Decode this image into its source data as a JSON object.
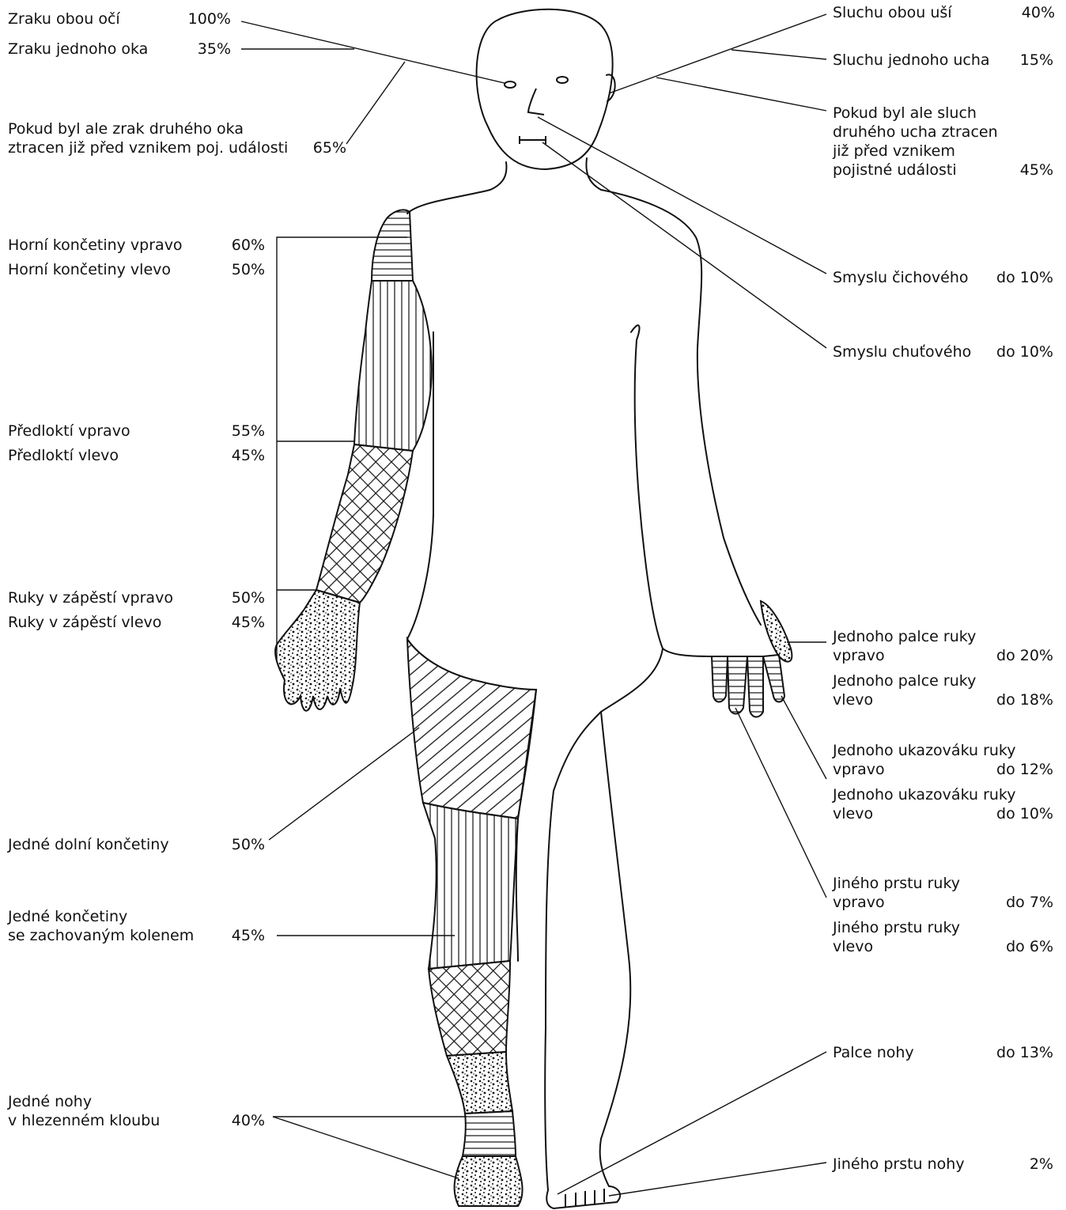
{
  "left_labels": [
    {
      "key": "vision_both",
      "text": "Zraku obou očí",
      "pct": "100%"
    },
    {
      "key": "vision_one",
      "text": "Zraku jednoho oka",
      "pct": "35%"
    },
    {
      "key": "vision_other_lost",
      "text": "Pokud byl ale zrak druhého oka\nztracen již před vznikem poj. události",
      "pct": "65%"
    },
    {
      "key": "upper_limb_right",
      "text": "Horní končetiny vpravo",
      "pct": "60%"
    },
    {
      "key": "upper_limb_left",
      "text": "Horní končetiny vlevo",
      "pct": "50%"
    },
    {
      "key": "forearm_right",
      "text": "Předloktí vpravo",
      "pct": "55%"
    },
    {
      "key": "forearm_left",
      "text": "Předloktí vlevo",
      "pct": "45%"
    },
    {
      "key": "wrist_right",
      "text": "Ruky v zápěstí vpravo",
      "pct": "50%"
    },
    {
      "key": "wrist_left",
      "text": "Ruky v zápěstí vlevo",
      "pct": "45%"
    },
    {
      "key": "lower_limb",
      "text": "Jedné dolní končetiny",
      "pct": "50%"
    },
    {
      "key": "limb_knee",
      "text": "Jedné končetiny\nse zachovaným kolenem",
      "pct": "45%"
    },
    {
      "key": "foot_ankle",
      "text": "Jedné nohy\nv hlezenném kloubu",
      "pct": "40%"
    }
  ],
  "right_labels": [
    {
      "key": "hearing_both",
      "text": "Sluchu obou uší",
      "pct": "40%"
    },
    {
      "key": "hearing_one",
      "text": "Sluchu jednoho ucha",
      "pct": "15%"
    },
    {
      "key": "hearing_other_lost",
      "text": "Pokud byl ale sluch\ndruhého ucha ztracen\njiž před vznikem\npojistné události",
      "pct": "45%"
    },
    {
      "key": "smell",
      "text": "Smyslu čichového",
      "pct": "do 10%"
    },
    {
      "key": "taste",
      "text": "Smyslu chuťového",
      "pct": "do 10%"
    },
    {
      "key": "thumb_right",
      "text": "Jednoho palce ruky\nvpravo",
      "pct": "do 20%"
    },
    {
      "key": "thumb_left",
      "text": "Jednoho palce ruky\nvlevo",
      "pct": "do 18%"
    },
    {
      "key": "index_right",
      "text": "Jednoho ukazováku ruky\nvpravo",
      "pct": "do 12%"
    },
    {
      "key": "index_left",
      "text": "Jednoho ukazováku ruky\nvlevo",
      "pct": "do 10%"
    },
    {
      "key": "finger_right",
      "text": "Jiného prstu ruky\nvpravo",
      "pct": "do 7%"
    },
    {
      "key": "finger_left",
      "text": "Jiného prstu ruky\nvlevo",
      "pct": "do 6%"
    },
    {
      "key": "big_toe",
      "text": "Palce nohy",
      "pct": "do 13%"
    },
    {
      "key": "other_toe",
      "text": "Jiného prstu nohy",
      "pct": "2%"
    }
  ]
}
